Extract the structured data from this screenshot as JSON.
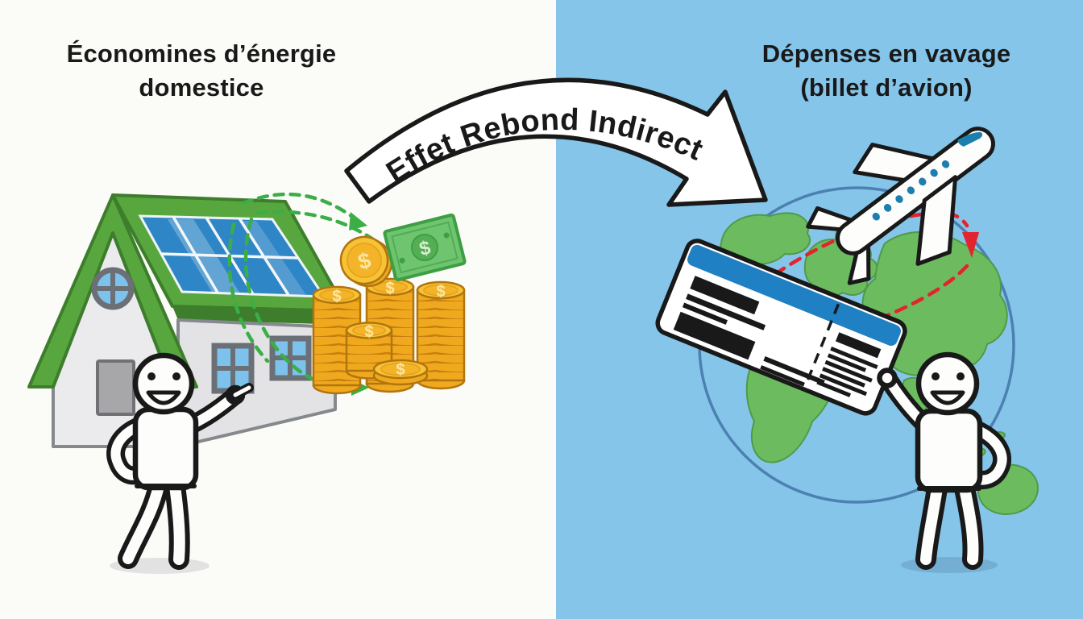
{
  "left_panel": {
    "title_line1": "Économines d’énergie",
    "title_line2": "domestice"
  },
  "banner": {
    "label": "Effet Rebond Indirect"
  },
  "right_panel": {
    "title_line1": "Dépenses en vavage",
    "title_line2": "(billet d’avion)"
  },
  "symbols": {
    "dollar": "$"
  },
  "colors": {
    "left_bg": "#fbfbf8",
    "right_bg": "#85c5e9",
    "ink": "#191919",
    "roof_green": "#57a73e",
    "roof_dark": "#3d7d2c",
    "panel_blue": "#2e86c6",
    "wall_gray": "#ebebed",
    "wall2_gray": "#e3e3e5",
    "outline_gray": "#85898d",
    "window_blue": "#7cc2ec",
    "frame_gray": "#6b7076",
    "door_gray": "#a7a7a9",
    "arrow_green": "#3bae46",
    "coin_gold": "#f0a81e",
    "coin_ridge": "#c57f0e",
    "coin_face": "#f6c336",
    "coin_text": "#fbe7a3",
    "bill_green": "#6fc46f",
    "bill_dark": "#3e9e43",
    "ticket_blue": "#1f80c4",
    "globe_line": "#4c80b2",
    "globe_green": "#6cbc5f",
    "globe_green_dark": "#4f9a49",
    "red_path": "#e2242f",
    "plane_window": "#1d7fae",
    "figure_shadow_left": "#e2e2e2",
    "figure_shadow_right": "#74afd3"
  }
}
